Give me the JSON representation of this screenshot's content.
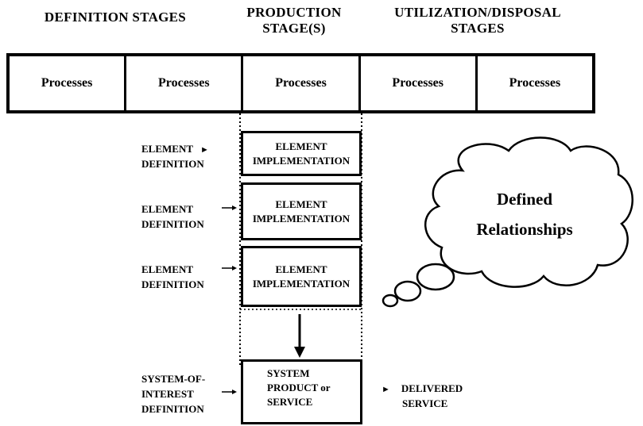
{
  "headers": {
    "definition": "DEFINITION  STAGES",
    "production_line1": "PRODUCTION",
    "production_line2": "STAGE(S)",
    "utilization_line1": "UTILIZATION/DISPOSAL",
    "utilization_line2": "STAGES"
  },
  "stages": [
    {
      "label": "Processes"
    },
    {
      "label": "Processes"
    },
    {
      "label": "Processes"
    },
    {
      "label": "Processes"
    },
    {
      "label": "Processes"
    }
  ],
  "rows": [
    {
      "definition_line1": "ELEMENT",
      "definition_line2": "DEFINITION",
      "implementation_line1": "ELEMENT",
      "implementation_line2": "IMPLEMENTATION"
    },
    {
      "definition_line1": "ELEMENT",
      "definition_line2": "DEFINITION",
      "implementation_line1": "ELEMENT",
      "implementation_line2": "IMPLEMENTATION"
    },
    {
      "definition_line1": "ELEMENT",
      "definition_line2": "DEFINITION",
      "implementation_line1": "ELEMENT",
      "implementation_line2": "IMPLEMENTATION"
    }
  ],
  "system": {
    "definition_line1": "SYSTEM-OF-",
    "definition_line2": "INTEREST",
    "definition_line3": "DEFINITION",
    "product_line1": "SYSTEM",
    "product_line2": "PRODUCT or",
    "product_line3": "SERVICE",
    "delivered_line1": "DELIVERED",
    "delivered_line2": "SERVICE"
  },
  "cloud": {
    "line1": "Defined",
    "line2": "Relationships"
  },
  "arrow_glyph": "►"
}
